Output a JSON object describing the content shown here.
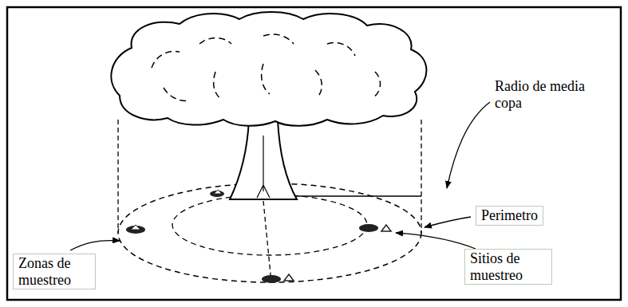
{
  "diagram": {
    "nodes": [
      {
        "text": [
          "Perimetro"
        ]
      },
      {
        "text": [
          "Zonas de muestreo"
        ]
      },
      {
        "text": [
          "Sitios de muestreo"
        ]
      }
    ],
    "labels": [
      "Radio de media copa"
    ]
  }
}
